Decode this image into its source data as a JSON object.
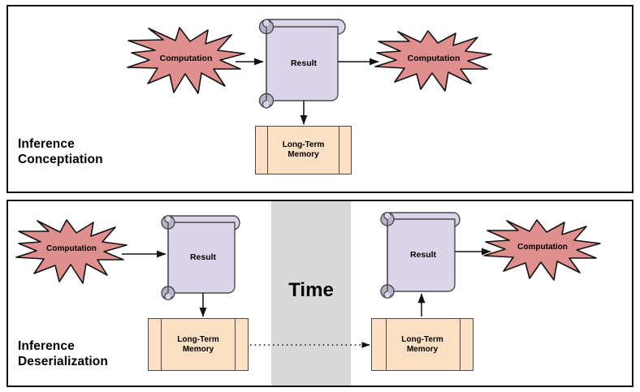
{
  "diagram": {
    "title_top": "Inference\nConceptiation",
    "title_bottom": "Inference\nDeserialization",
    "time_label": "Time",
    "colors": {
      "burst_fill": "#e08f8f",
      "scroll_fill": "#dcd5ea",
      "scroll_curl": "#b9b3c9",
      "memory_fill": "#fbe0c3",
      "time_band": "#d8d8d8",
      "stroke": "#111111",
      "shape_stroke": "#4a4a4a"
    }
  },
  "panels": [
    {
      "name": "inference-conceptiation",
      "label": "Inference\nConceptiation",
      "nodes": {
        "computation_in": "Computation",
        "result": "Result",
        "computation_out": "Computation",
        "memory": "Long-Term\nMemory"
      }
    },
    {
      "name": "inference-deserialization",
      "label": "Inference\nDeserialization",
      "nodes": {
        "computation_in": "Computation",
        "result_left": "Result",
        "memory_left": "Long-Term\nMemory",
        "time": "Time",
        "memory_right": "Long-Term\nMemory",
        "result_right": "Result",
        "computation_out": "Computation"
      }
    }
  ],
  "edges": [
    {
      "name": "top-computation-to-result",
      "style": "solid",
      "arrow": true
    },
    {
      "name": "top-result-to-computation",
      "style": "solid",
      "arrow": true
    },
    {
      "name": "top-result-to-memory",
      "style": "solid",
      "arrow": true
    },
    {
      "name": "bottom-computation-to-result",
      "style": "solid",
      "arrow": true
    },
    {
      "name": "bottom-result-to-memory",
      "style": "solid",
      "arrow": true
    },
    {
      "name": "bottom-memory-to-memory",
      "style": "dotted",
      "arrow": true
    },
    {
      "name": "bottom-memory-to-result",
      "style": "solid",
      "arrow": true
    },
    {
      "name": "bottom-result-to-computation",
      "style": "solid",
      "arrow": true
    }
  ]
}
